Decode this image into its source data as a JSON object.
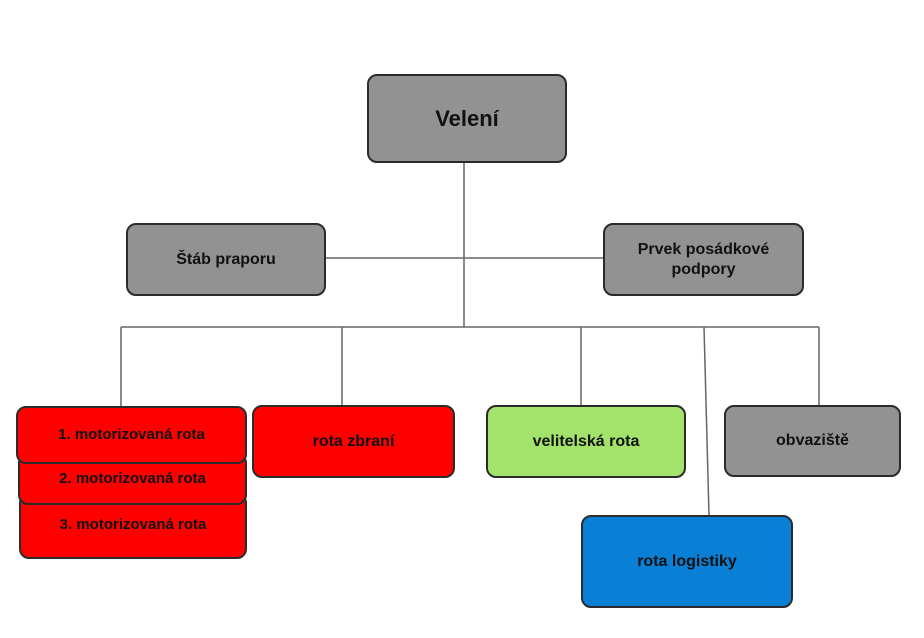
{
  "diagram": {
    "root": {
      "label": "Velení",
      "color": "#929292"
    },
    "staff": [
      {
        "id": "stab",
        "label": "Štáb praporu",
        "color": "#929292"
      },
      {
        "id": "prvek",
        "label": "Prvek posádkové podpory",
        "color": "#929292"
      }
    ],
    "units": {
      "motorized": [
        {
          "label": "1. motorizovaná rota",
          "color": "#ff0000"
        },
        {
          "label": "2. motorizovaná rota",
          "color": "#ff0000"
        },
        {
          "label": "3. motorizovaná rota",
          "color": "#ff0000"
        }
      ],
      "weapons": {
        "label": "rota zbraní",
        "color": "#ff0000"
      },
      "command": {
        "label": "velitelská rota",
        "color": "#a3e26b"
      },
      "medical": {
        "label": "obvaziště",
        "color": "#929292"
      },
      "logistics": {
        "label": "rota logistiky",
        "color": "#0a7fd6"
      }
    }
  }
}
